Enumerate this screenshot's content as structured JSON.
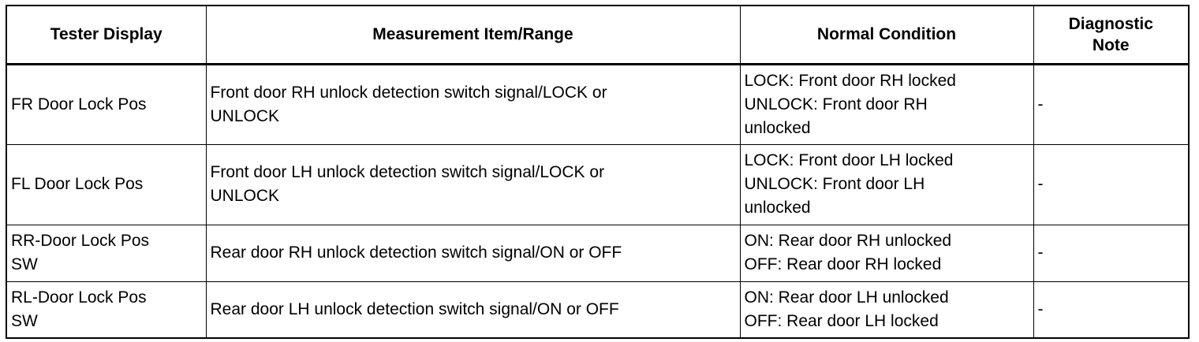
{
  "table": {
    "headers": [
      "Tester Display",
      "Measurement Item/Range",
      "Normal Condition",
      "Diagnostic\nNote"
    ],
    "rows": [
      {
        "display": "FR Door Lock Pos",
        "measurement": "Front door RH unlock detection switch signal/LOCK or\nUNLOCK",
        "normal": "LOCK: Front door RH locked\nUNLOCK: Front door RH\nunlocked",
        "note": "-"
      },
      {
        "display": "FL Door Lock Pos",
        "measurement": "Front door LH unlock detection switch signal/LOCK or\nUNLOCK",
        "normal": "LOCK: Front door LH locked\nUNLOCK: Front door LH\nunlocked",
        "note": "-"
      },
      {
        "display": "RR-Door Lock Pos\nSW",
        "measurement": "Rear door RH unlock detection switch signal/ON or OFF",
        "normal": "ON: Rear door RH unlocked\nOFF: Rear door RH locked",
        "note": "-"
      },
      {
        "display": "RL-Door Lock Pos\nSW",
        "measurement": "Rear door LH unlock detection switch signal/ON or OFF",
        "normal": "ON: Rear door LH unlocked\nOFF: Rear door LH locked",
        "note": "-"
      }
    ]
  }
}
